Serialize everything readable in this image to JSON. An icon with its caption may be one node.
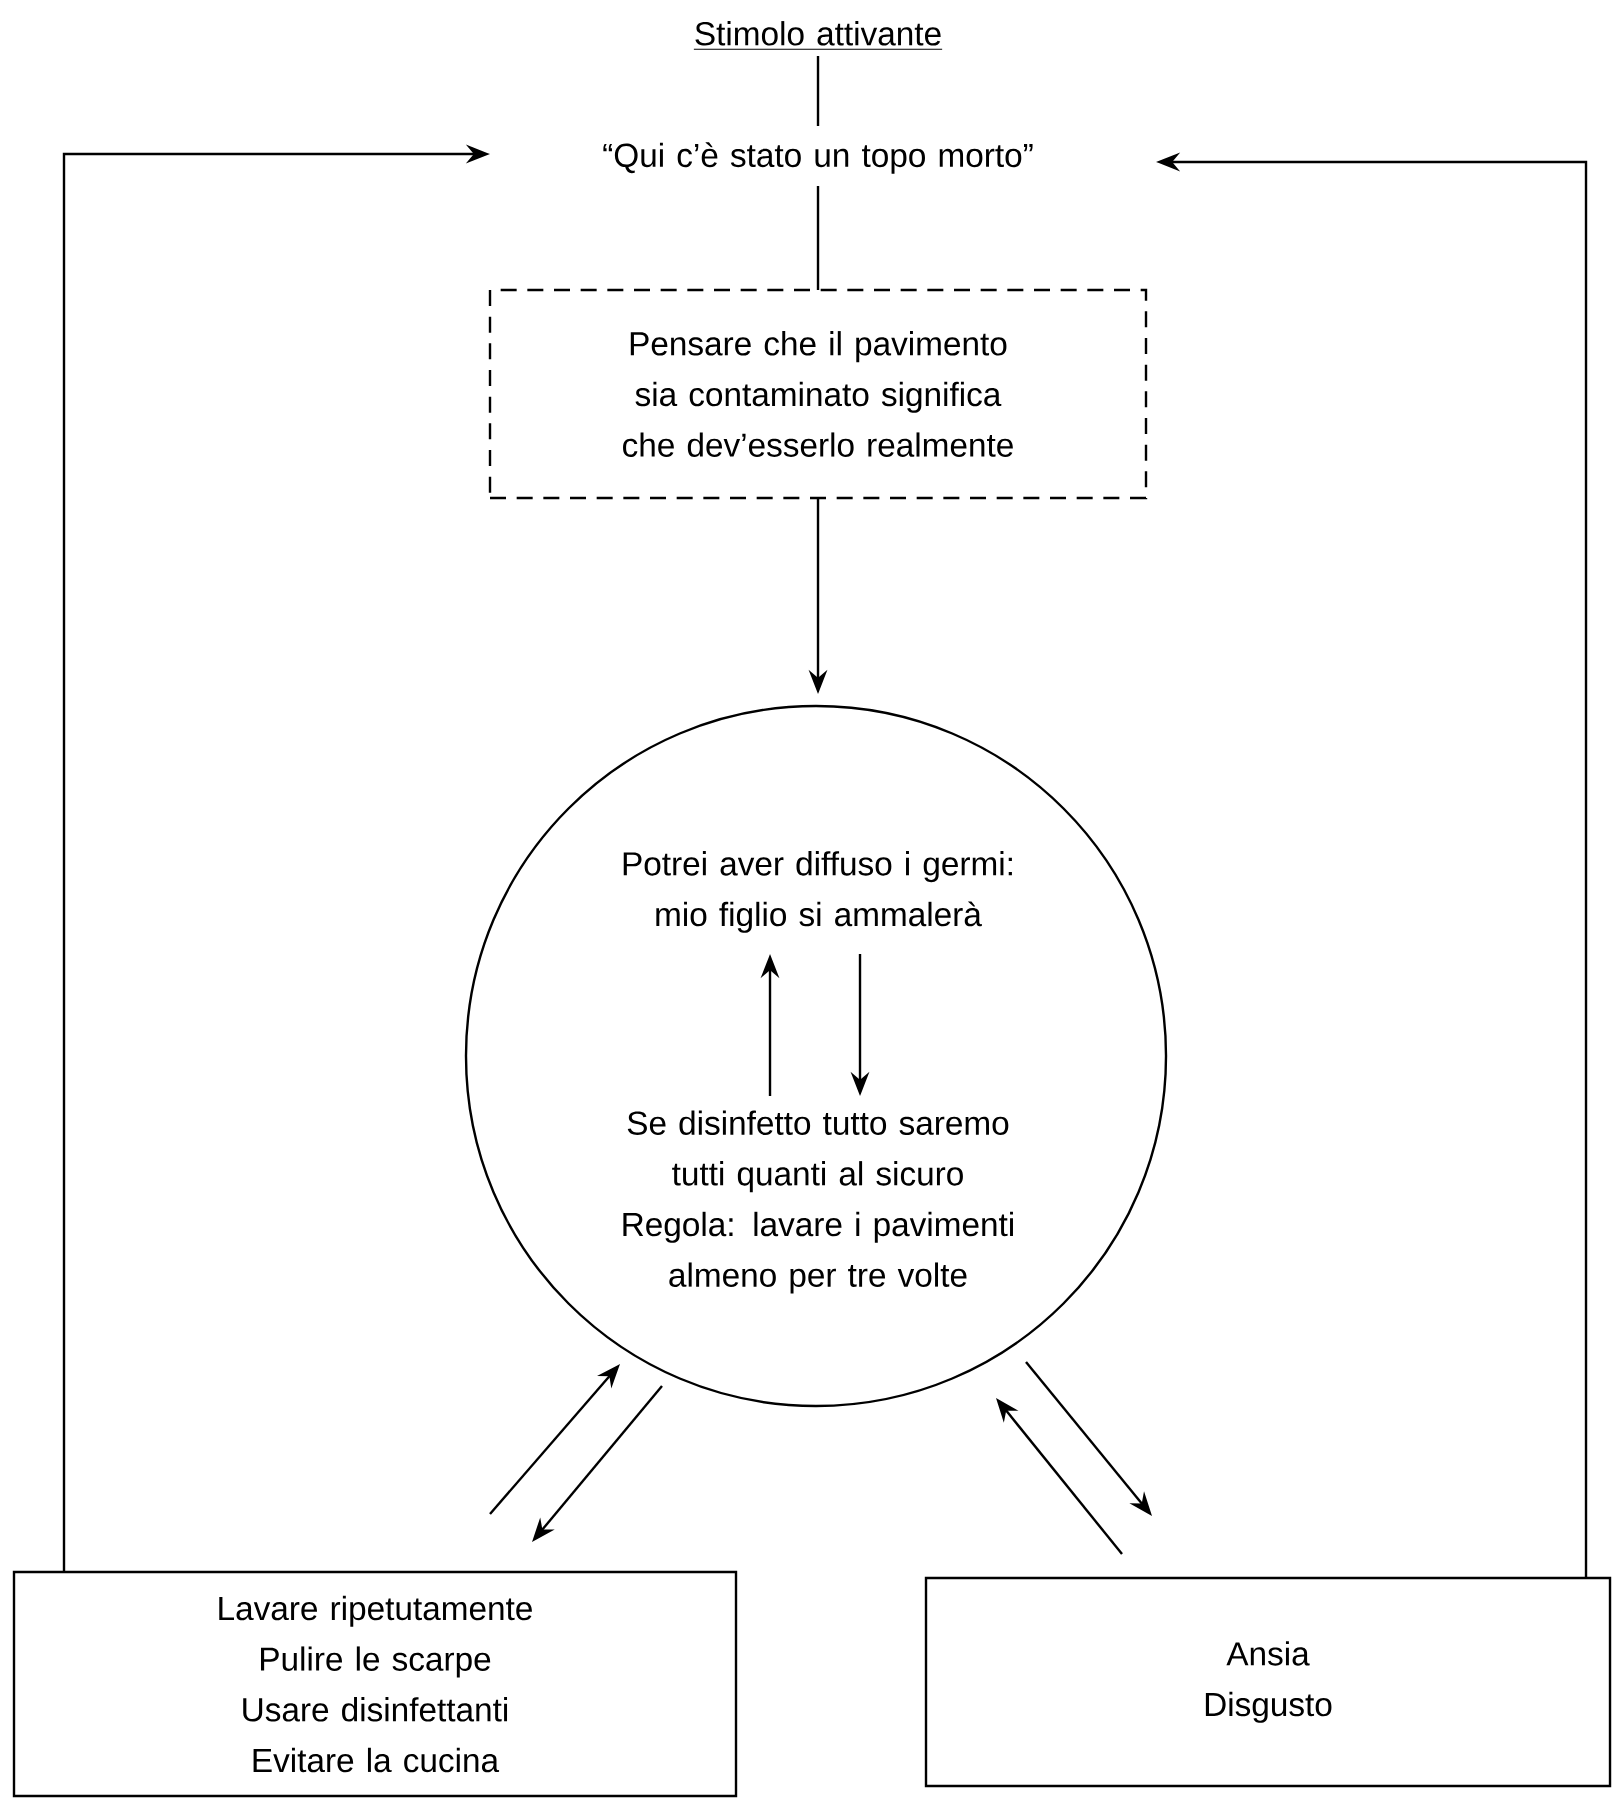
{
  "diagram": {
    "nodes": [
      {
        "text": [
          "Stimolo attivante"
        ]
      },
      {
        "text": [
          "“Qui c’è stato un topo morto”"
        ]
      },
      {
        "text": [
          "Pensare che il pavimento sia contaminato significa che dev’esserlo realmente"
        ]
      },
      {
        "text": [],
        "shape": "circle"
      },
      {
        "text": [
          "Potrei aver diffuso i germi: mio figlio si ammalerà"
        ],
        "in": 3
      },
      {
        "text": [
          "Se disinfetto tutto saremo tutti quanti al sicuro",
          "Regola: lavare i pavimenti almeno per tre volte"
        ],
        "in": 3
      },
      {
        "text": [
          "Lavare ripetutamente",
          "Pulire le scarpe",
          "Usare disinfettanti",
          "Evitare la cucina"
        ]
      },
      {
        "text": [
          "Ansia",
          "Disgusto"
        ]
      }
    ],
    "edges": [
      {
        "from": 0,
        "to": 1,
        "arrow": "none"
      },
      {
        "from": 1,
        "to": 2,
        "arrow": "none"
      },
      {
        "from": 2,
        "to": 3,
        "arrow": "to"
      },
      {
        "from": 4,
        "to": 5,
        "arrow": "to"
      },
      {
        "from": 5,
        "to": 4,
        "arrow": "to"
      },
      {
        "from": 6,
        "to": 3,
        "arrow": "to"
      },
      {
        "from": 3,
        "to": 6,
        "arrow": "to"
      },
      {
        "from": 3,
        "to": 7,
        "arrow": "to"
      },
      {
        "from": 7,
        "to": 3,
        "arrow": "to"
      },
      {
        "from": 6,
        "to": 1,
        "arrow": "to"
      },
      {
        "from": 7,
        "to": 1,
        "arrow": "to"
      }
    ]
  }
}
